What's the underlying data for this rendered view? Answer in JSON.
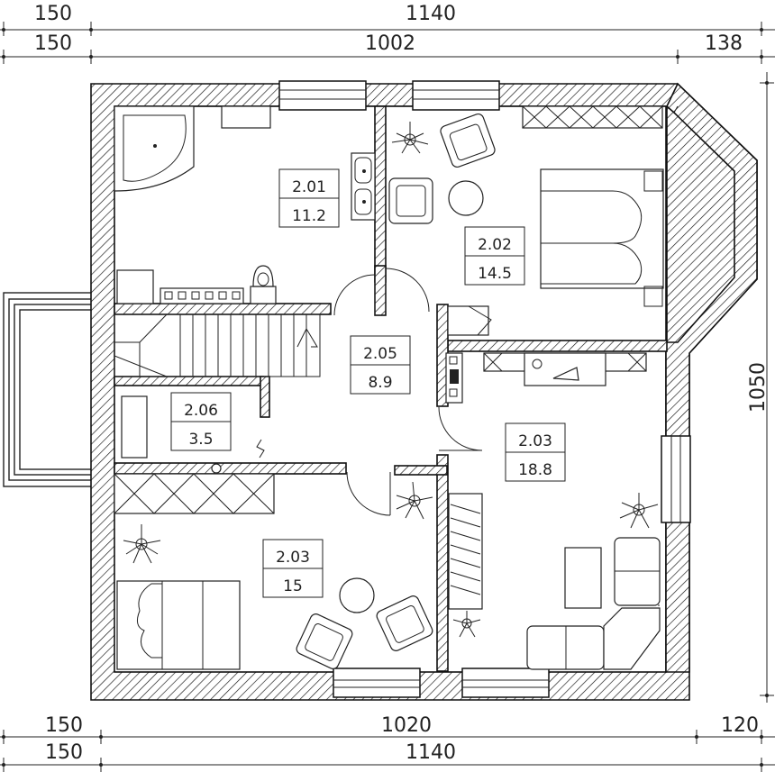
{
  "dimensions": {
    "top_outer": [
      "150",
      "1140"
    ],
    "top_inner": [
      "150",
      "1002",
      "138"
    ],
    "right": "1050",
    "bottom_inner": [
      "150",
      "1020",
      "120"
    ],
    "bottom_outer": [
      "150",
      "1140"
    ]
  },
  "rooms": [
    {
      "id": "2.01",
      "area": "11.2"
    },
    {
      "id": "2.02",
      "area": "14.5"
    },
    {
      "id": "2.05",
      "area": "8.9"
    },
    {
      "id": "2.06",
      "area": "3.5"
    },
    {
      "id": "2.03",
      "area": "18.8"
    },
    {
      "id": "2.03",
      "area": "15"
    }
  ]
}
